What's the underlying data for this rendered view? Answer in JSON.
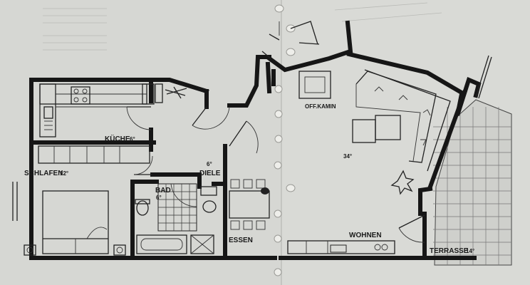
{
  "rooms": {
    "kueche": {
      "label": "KÜCHE",
      "size": "6°"
    },
    "schlafen": {
      "label": "SCHLAFEN",
      "size": "12°"
    },
    "bad": {
      "label": "BAD",
      "size": "6°"
    },
    "diele": {
      "label": "DIELE",
      "size": "6°"
    },
    "essen": {
      "label": "ESSEN"
    },
    "wohnen": {
      "label": "WOHNEN"
    },
    "terrasse": {
      "label": "TERRASSE",
      "size": "14°"
    },
    "wohn_area": {
      "label": "34°"
    }
  },
  "fixtures": {
    "kamin": {
      "label": "OFF.KAMIN"
    }
  }
}
